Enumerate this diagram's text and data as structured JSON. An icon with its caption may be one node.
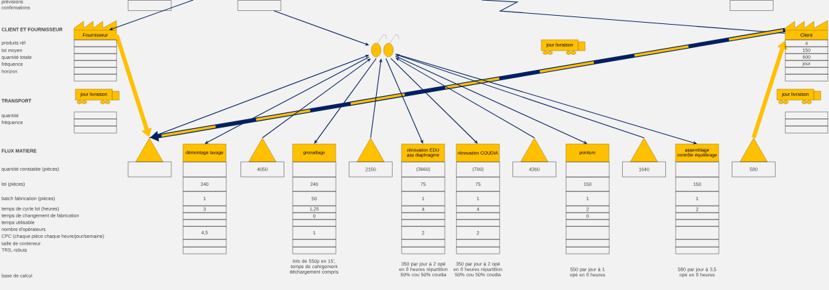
{
  "diagram": {
    "nodes": [
      {
        "text": [],
        "shape": "box"
      },
      {
        "text": [],
        "shape": "box"
      },
      {
        "text": [],
        "shape": "box"
      },
      {
        "text": [
          "Fournisseur"
        ]
      },
      {
        "text": [],
        "shape": "picture"
      },
      {
        "text": [
          "Client"
        ]
      },
      {
        "text": [
          "jour livraison"
        ]
      },
      {
        "text": [
          "jour livraison"
        ]
      },
      {
        "text": [
          "jour livraison"
        ]
      },
      {
        "text": [],
        "shape": "triangle"
      },
      {
        "text": [
          "démontage lavage"
        ]
      },
      {
        "text": [],
        "shape": "triangle"
      },
      {
        "text": [
          "grenaillage"
        ]
      },
      {
        "text": [],
        "shape": "triangle"
      },
      {
        "text": [
          "rénovation EDU ass diaphragme"
        ]
      },
      {
        "text": [
          "rénovation COUDIA"
        ]
      },
      {
        "text": [],
        "shape": "triangle"
      },
      {
        "text": [
          "peinture"
        ]
      },
      {
        "text": [],
        "shape": "triangle"
      },
      {
        "text": [
          "assemblage contrôle équilibrage"
        ]
      },
      {
        "text": [],
        "shape": "triangle"
      },
      {
        "text": [],
        "shape": "box"
      },
      {
        "text": [
          "4050"
        ]
      },
      {
        "text": [
          "2150"
        ]
      },
      {
        "text": [
          "4360"
        ]
      },
      {
        "text": [
          "1640"
        ]
      },
      {
        "text": [
          "580"
        ]
      }
    ],
    "edges": [
      {
        "from": null,
        "to": 3,
        "arrow": "to"
      },
      {
        "from": 1,
        "to": 4,
        "arrow": "to"
      },
      {
        "from": 5,
        "to": null,
        "arrow": "none"
      },
      {
        "from": 5,
        "to": 9,
        "arrow": "to",
        "style": "thick"
      },
      {
        "from": 3,
        "to": 9,
        "arrow": "to",
        "style": "thick",
        "color": "#ffc000"
      },
      {
        "from": 20,
        "to": 5,
        "arrow": "to",
        "style": "thick",
        "color": "#ffc000"
      },
      {
        "from": 9,
        "to": 4,
        "arrow": "to"
      },
      {
        "from": 4,
        "to": 10,
        "arrow": "to"
      },
      {
        "from": 11,
        "to": 4,
        "arrow": "to"
      },
      {
        "from": 4,
        "to": 12,
        "arrow": "to"
      },
      {
        "from": 13,
        "to": 4,
        "arrow": "to"
      },
      {
        "from": 4,
        "to": 14,
        "arrow": "to"
      },
      {
        "from": 4,
        "to": 15,
        "arrow": "to"
      },
      {
        "from": 16,
        "to": 4,
        "arrow": "to"
      },
      {
        "from": 4,
        "to": 17,
        "arrow": "to"
      },
      {
        "from": 18,
        "to": 4,
        "arrow": "to"
      },
      {
        "from": 4,
        "to": 19,
        "arrow": "to"
      }
    ],
    "labels": [
      "prévisions",
      "confirmations",
      "CLIENT ET FOURNISSEUR",
      "produits réf",
      "lot moyen",
      "quantité totale",
      "fréquence",
      "horizon",
      "4",
      "150",
      "600",
      "jour",
      "TRANSPORT",
      "quantité",
      "fréquence",
      "FLUX MATIERE",
      "quantité constatée (pièces)",
      "lot (pièces)",
      "batch fabrication (pièces)",
      "temps de cycle lot (heures)",
      "temps de changement de fabrication",
      "temps utilisable",
      "nombre d'opérateurs",
      "CPC (chaque pièce chaque heure/jour/semaine)",
      "taille de conteneur",
      "TRS, rebuts",
      "base de calcul",
      "(3660)",
      "(700)",
      "240",
      "240",
      "75",
      "75",
      "150",
      "150",
      "1",
      "50",
      "1",
      "1",
      "1",
      "1",
      "3",
      "1,25",
      "4",
      "4",
      "2",
      "2",
      "0",
      "0",
      "4,5",
      "1",
      "2",
      "2",
      "lots de 550p en 15', temps de cahrgement déchargement compris",
      "350 par jour à 2 opé en 8 heures répartition 50% cou 50% coudia",
      "350 par jour à 2 opé en 8 heures répartition 50% cou 50% coudia",
      "550 par jour à 1 opé en 8 heures",
      "580 par jour à 3,5 opé en 8 heures"
    ]
  }
}
